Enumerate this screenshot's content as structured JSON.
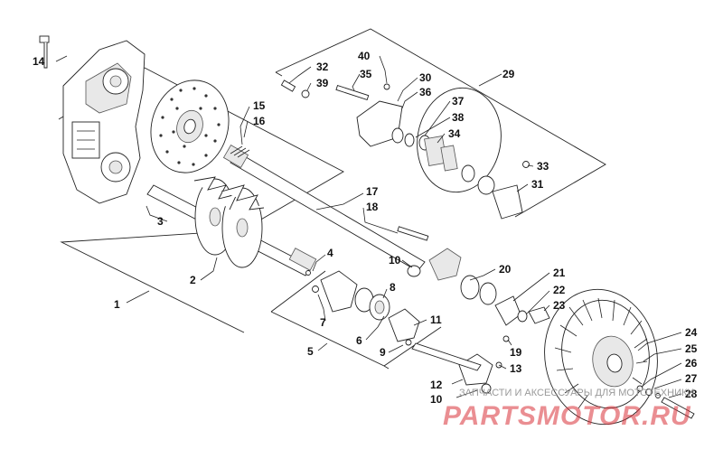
{
  "callouts": [
    {
      "num": "1"
    },
    {
      "num": "2"
    },
    {
      "num": "3"
    },
    {
      "num": "4"
    },
    {
      "num": "5"
    },
    {
      "num": "6"
    },
    {
      "num": "7"
    },
    {
      "num": "8"
    },
    {
      "num": "9"
    },
    {
      "num": "10"
    },
    {
      "num": "10"
    },
    {
      "num": "11"
    },
    {
      "num": "12"
    },
    {
      "num": "13"
    },
    {
      "num": "14"
    },
    {
      "num": "15"
    },
    {
      "num": "16"
    },
    {
      "num": "17"
    },
    {
      "num": "18"
    },
    {
      "num": "19"
    },
    {
      "num": "20"
    },
    {
      "num": "21"
    },
    {
      "num": "22"
    },
    {
      "num": "23"
    },
    {
      "num": "24"
    },
    {
      "num": "25"
    },
    {
      "num": "26"
    },
    {
      "num": "27"
    },
    {
      "num": "28"
    },
    {
      "num": "29"
    },
    {
      "num": "30"
    },
    {
      "num": "31"
    },
    {
      "num": "32"
    },
    {
      "num": "33"
    },
    {
      "num": "34"
    },
    {
      "num": "35"
    },
    {
      "num": "36"
    },
    {
      "num": "37"
    },
    {
      "num": "38"
    },
    {
      "num": "39"
    },
    {
      "num": "40"
    }
  ],
  "watermark": {
    "tagline": "ЗАПЧАСТИ И АКСЕССУАРЫ ДЛЯ МОТОТЕХНИКИ",
    "logo": "PARTSMOTOR.RU"
  }
}
